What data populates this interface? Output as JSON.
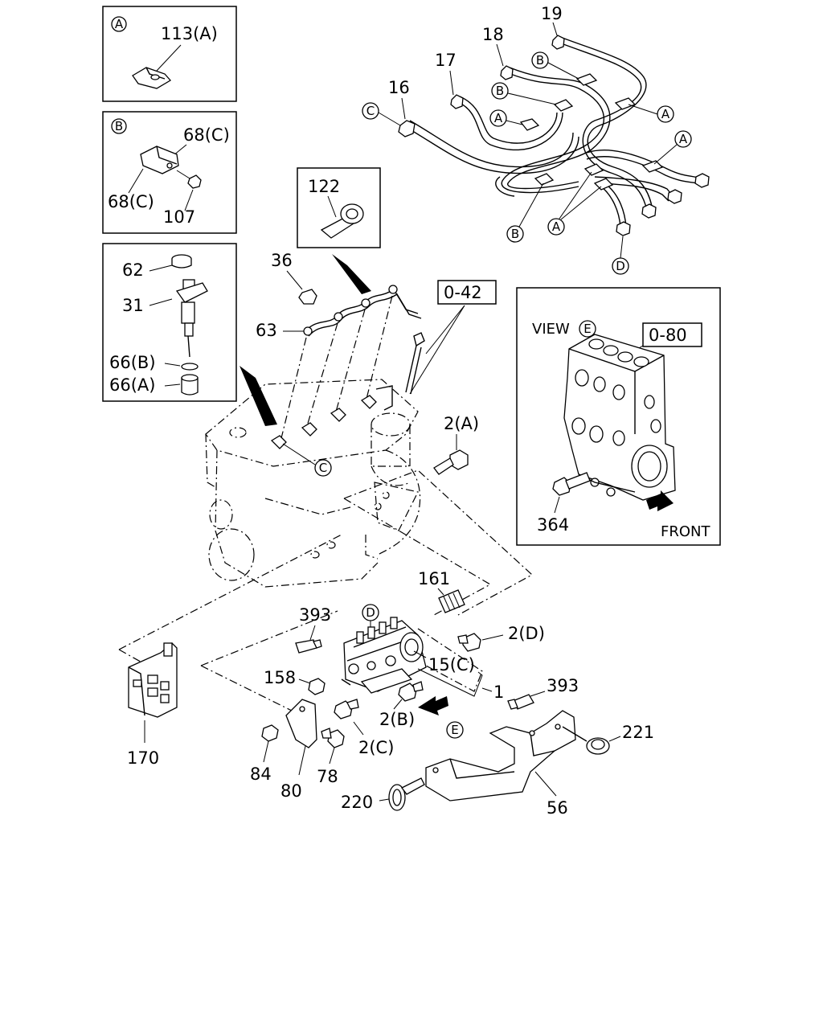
{
  "callouts": {
    "detail_a": {
      "marker": "A",
      "part": "113(A)"
    },
    "detail_b": {
      "marker": "B",
      "part_top": "68(C)",
      "part_left": "68(C)",
      "part_nut": "107"
    },
    "detail_injector": {
      "p62": "62",
      "p31": "31",
      "p66b": "66(B)",
      "p66a": "66(A)"
    },
    "detail_122": {
      "part": "122"
    },
    "ref_042": "0-42",
    "view_e": {
      "title": "VIEW",
      "marker": "E",
      "ref": "0-80",
      "part": "364",
      "front": "FRONT"
    },
    "pipes": {
      "p16": "16",
      "p17": "17",
      "p18": "18",
      "p19": "19"
    },
    "markers": {
      "a": "A",
      "b": "B",
      "c": "C",
      "d": "D",
      "e": "E"
    },
    "parts": {
      "p36": "36",
      "p63": "63",
      "p2a": "2(A)",
      "p161": "161",
      "p393a": "393",
      "p2d": "2(D)",
      "p158": "158",
      "p15c": "15(C)",
      "p1": "1",
      "p393b": "393",
      "p2b": "2(B)",
      "p221": "221",
      "p2c": "2(C)",
      "p170": "170",
      "p84": "84",
      "p78": "78",
      "p80": "80",
      "p220": "220",
      "p56": "56"
    }
  }
}
